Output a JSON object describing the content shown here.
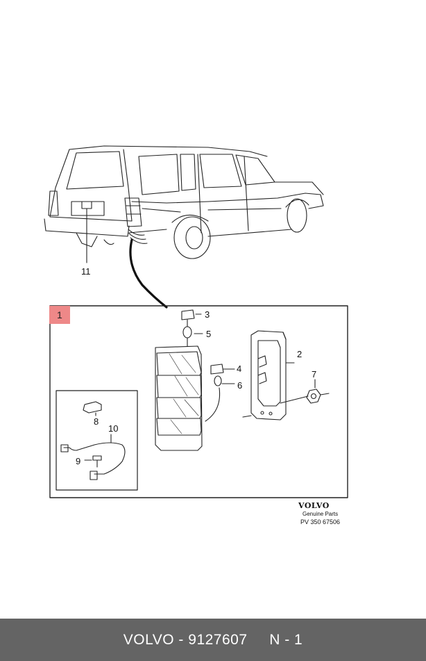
{
  "callouts": {
    "c1": "1",
    "c2": "2",
    "c3": "3",
    "c4": "4",
    "c5": "5",
    "c6": "6",
    "c7": "7",
    "c8": "8",
    "c9": "9",
    "c10": "10",
    "c11": "11"
  },
  "brand": {
    "name": "VOLVO",
    "subtitle": "Genuine Parts",
    "code": "PV 350 67506"
  },
  "footer": {
    "text": "VOLVO - 9127607     N - 1"
  },
  "colors": {
    "highlight": "#ee8888",
    "footer_bg": "#646464",
    "line": "#222222"
  }
}
